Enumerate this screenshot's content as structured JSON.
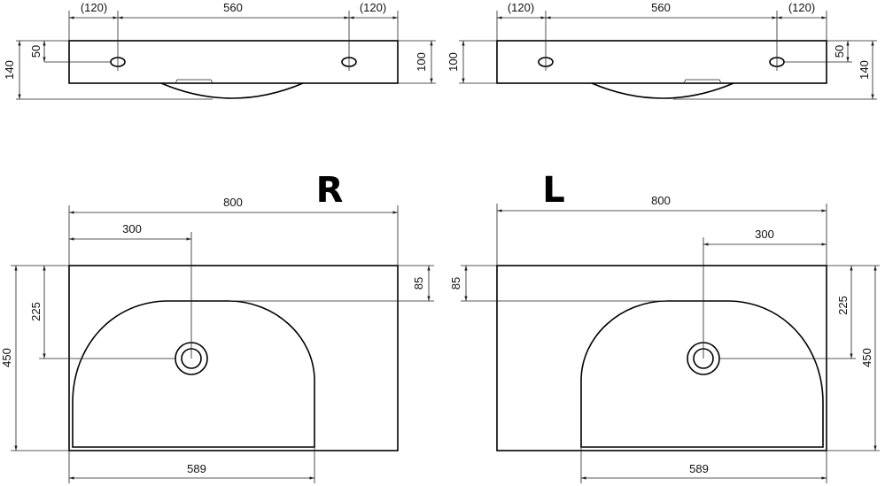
{
  "views": {
    "top_right": {
      "offset_left": "(120)",
      "spacing": "560",
      "offset_right": "(120)",
      "hole_height": "50",
      "total_height": "140",
      "body_height": "100"
    },
    "top_left": {
      "offset_left": "(120)",
      "spacing": "560",
      "offset_right": "(120)",
      "hole_height": "50",
      "total_height": "140",
      "body_height": "100"
    },
    "plan_right": {
      "label": "R",
      "width": "800",
      "drain_offset": "300",
      "drain_depth": "225",
      "depth": "450",
      "rim": "85",
      "bowl_width": "589"
    },
    "plan_left": {
      "label": "L",
      "width": "800",
      "drain_offset": "300",
      "drain_depth": "225",
      "depth": "450",
      "rim": "85",
      "bowl_width": "589"
    }
  }
}
